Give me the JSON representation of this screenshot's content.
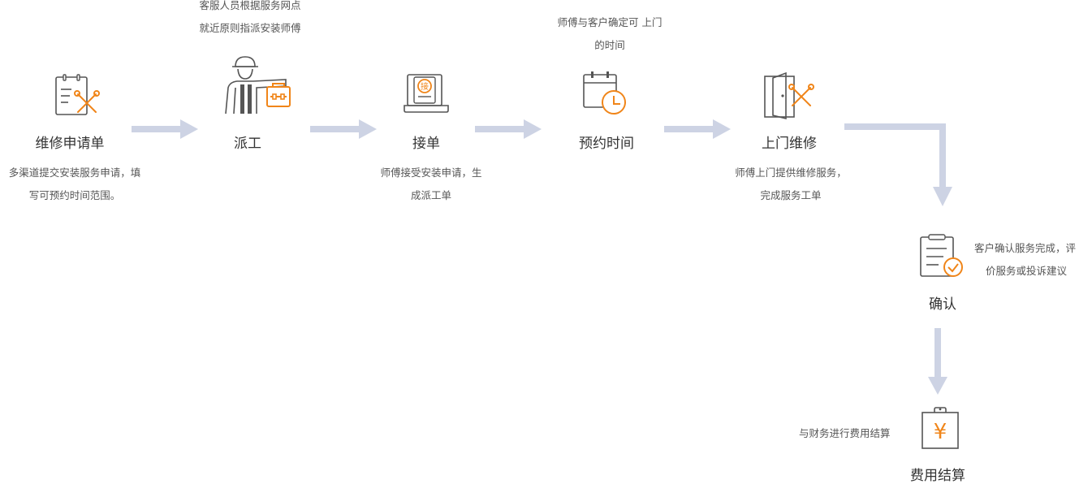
{
  "steps": {
    "apply": {
      "title": "维修申请单",
      "desc": [
        "多渠道提交安装服务申请，填",
        "写可预约时间范围。"
      ]
    },
    "dispatch": {
      "title": "派工",
      "desc": [
        "客服人员根据服务网点",
        "就近原则指派安装师傅"
      ]
    },
    "accept": {
      "title": "接单",
      "desc": [
        "师傅接受安装申请，生",
        "成派工单"
      ],
      "badge": "接"
    },
    "appointment": {
      "title": "预约时间",
      "desc": [
        "师傅与客户确定可 上门",
        "的时间"
      ]
    },
    "onsite": {
      "title": "上门维修",
      "desc": [
        "师傅上门提供维修服务，",
        "完成服务工单"
      ]
    },
    "confirm": {
      "title": "确认",
      "desc": [
        "客户确认服务完成，评",
        "价服务或投诉建议"
      ]
    },
    "settle": {
      "title": "费用结算",
      "desc": [
        "与财务进行费用结算"
      ],
      "symbol": "¥"
    }
  },
  "colors": {
    "icon_stroke": "#555555",
    "accent": "#f08519",
    "arrow": "#cdd3e4",
    "title": "#333333",
    "desc": "#555555"
  },
  "icons": {
    "apply": "clipboard-tools-icon",
    "dispatch": "worker-toolbox-icon",
    "accept": "laptop-order-icon",
    "appointment": "calendar-clock-icon",
    "onsite": "door-tools-icon",
    "confirm": "clipboard-check-icon",
    "settle": "clipboard-yen-icon"
  }
}
